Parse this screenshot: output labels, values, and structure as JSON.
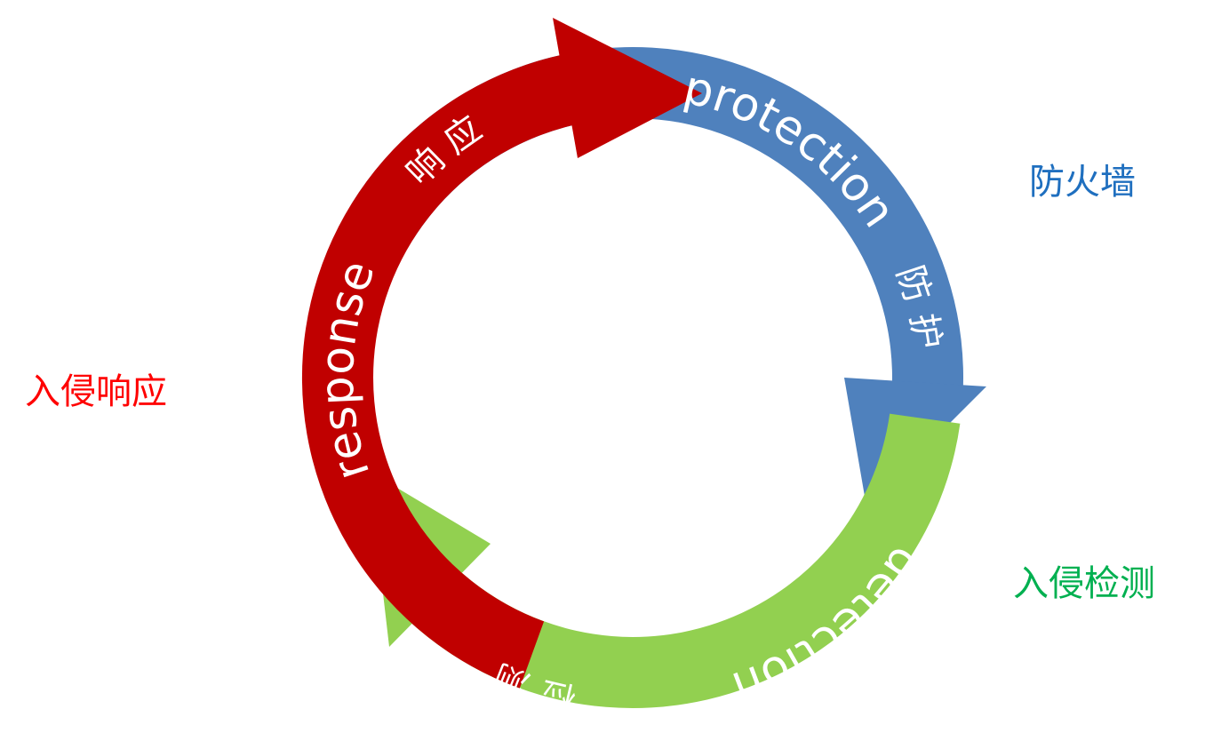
{
  "colors": {
    "protection": "#4F81BD",
    "detection": "#92D050",
    "response": "#C00000",
    "firewall_label": "#1F6FBF",
    "detection_label": "#00B050",
    "response_label": "#FF0000"
  },
  "cycle": {
    "protection": {
      "en": "protection",
      "cn": "防 护"
    },
    "detection": {
      "en": "detection",
      "cn": "检 测"
    },
    "response": {
      "en": "response",
      "cn": "响 应"
    }
  },
  "side_labels": {
    "firewall": "防火墙",
    "intrusion_detection": "入侵检测",
    "intrusion_response": "入侵响应"
  }
}
